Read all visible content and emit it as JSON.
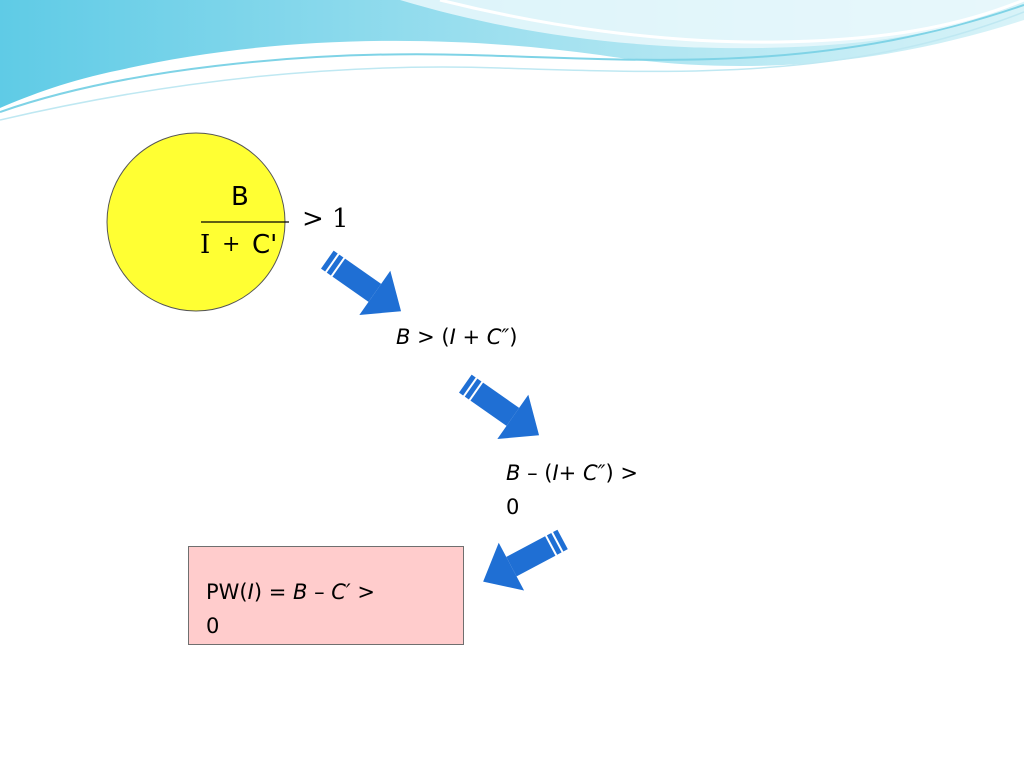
{
  "colors": {
    "circle_fill": "#ffff33",
    "arrow_fill": "#1f6fd4",
    "box_fill": "#ffcccc",
    "wave_light": "#bfe8f2",
    "wave_mid": "#8ad6ea"
  },
  "fraction": {
    "numerator": "B",
    "denominator_I": "I",
    "denominator_plus": "+",
    "denominator_C": "C'",
    "comparison": "> 1"
  },
  "step1": {
    "B": "B",
    "op": " > (",
    "I": "I",
    "plus": " + ",
    "C": "C″",
    "close": ")"
  },
  "step2": {
    "B": "B",
    "op": " – (",
    "I": "I",
    "plus": "+ ",
    "C": "C″",
    "close": ") >",
    "line2": "0"
  },
  "result": {
    "prefix": "PW(",
    "I": "I",
    "mid": ") = ",
    "B": "B",
    "minus": " – ",
    "C": "C′",
    "gt": " >",
    "line2": "0"
  },
  "icons": [
    "arrow-right-down-icon",
    "arrow-right-down-icon",
    "arrow-left-down-icon"
  ]
}
